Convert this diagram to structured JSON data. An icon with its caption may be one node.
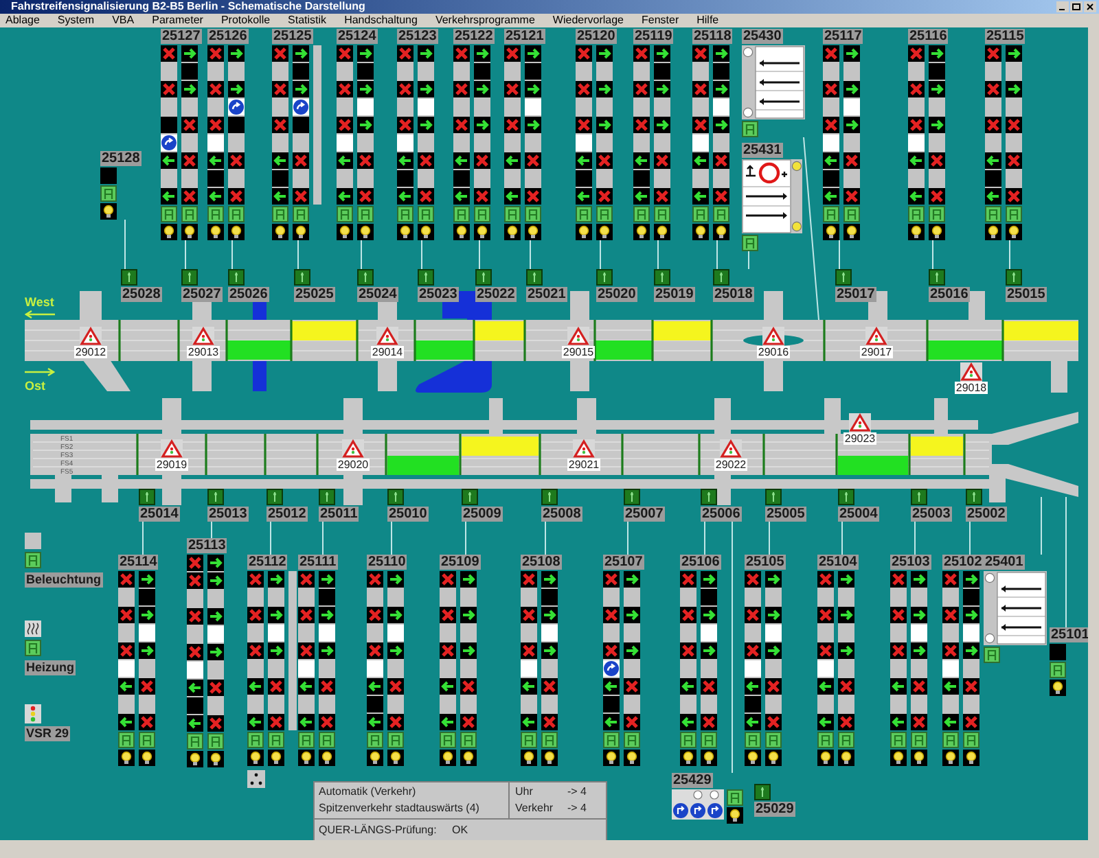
{
  "diagram": {
    "title": "Fahrstreifensignalisierung B2-B5 Berlin - Schematische Darstellung",
    "nodes": [
      {
        "text": [
          "25128"
        ]
      },
      {
        "text": [
          "25127"
        ]
      },
      {
        "text": [
          "25126"
        ]
      },
      {
        "text": [
          "25125"
        ]
      },
      {
        "text": [
          "25124"
        ]
      },
      {
        "text": [
          "25123"
        ]
      },
      {
        "text": [
          "25122"
        ]
      },
      {
        "text": [
          "25121"
        ]
      },
      {
        "text": [
          "25120"
        ]
      },
      {
        "text": [
          "25119"
        ]
      },
      {
        "text": [
          "25118"
        ]
      },
      {
        "text": [
          "25430"
        ]
      },
      {
        "text": [
          "25431"
        ]
      },
      {
        "text": [
          "25117"
        ]
      },
      {
        "text": [
          "25116"
        ]
      },
      {
        "text": [
          "25115"
        ]
      },
      {
        "text": [
          "25028"
        ]
      },
      {
        "text": [
          "25027"
        ]
      },
      {
        "text": [
          "25026"
        ]
      },
      {
        "text": [
          "25025"
        ]
      },
      {
        "text": [
          "25024"
        ]
      },
      {
        "text": [
          "25023"
        ]
      },
      {
        "text": [
          "25022"
        ]
      },
      {
        "text": [
          "25021"
        ]
      },
      {
        "text": [
          "25020"
        ]
      },
      {
        "text": [
          "25019"
        ]
      },
      {
        "text": [
          "25018"
        ]
      },
      {
        "text": [
          "25017"
        ]
      },
      {
        "text": [
          "25016"
        ]
      },
      {
        "text": [
          "25015"
        ]
      },
      {
        "text": [
          "29012"
        ],
        "in": 72
      },
      {
        "text": [
          "29013"
        ],
        "in": 72
      },
      {
        "text": [
          "29014"
        ],
        "in": 72
      },
      {
        "text": [
          "29015"
        ],
        "in": 72
      },
      {
        "text": [
          "29016"
        ],
        "in": 72
      },
      {
        "text": [
          "29017"
        ],
        "in": 72
      },
      {
        "text": [
          "29018"
        ]
      },
      {
        "text": [
          "29019"
        ],
        "in": 73
      },
      {
        "text": [
          "29020"
        ],
        "in": 73
      },
      {
        "text": [
          "29021"
        ],
        "in": 73
      },
      {
        "text": [
          "29022"
        ],
        "in": 73
      },
      {
        "text": [
          "29023"
        ],
        "in": 73
      },
      {
        "text": [
          "25014"
        ]
      },
      {
        "text": [
          "25013"
        ]
      },
      {
        "text": [
          "25012"
        ]
      },
      {
        "text": [
          "25011"
        ]
      },
      {
        "text": [
          "25010"
        ]
      },
      {
        "text": [
          "25009"
        ]
      },
      {
        "text": [
          "25008"
        ]
      },
      {
        "text": [
          "25007"
        ]
      },
      {
        "text": [
          "25006"
        ]
      },
      {
        "text": [
          "25005"
        ]
      },
      {
        "text": [
          "25004"
        ]
      },
      {
        "text": [
          "25003"
        ]
      },
      {
        "text": [
          "25002"
        ]
      },
      {
        "text": [
          "25114"
        ]
      },
      {
        "text": [
          "25113"
        ]
      },
      {
        "text": [
          "25112"
        ]
      },
      {
        "text": [
          "25111"
        ]
      },
      {
        "text": [
          "25110"
        ]
      },
      {
        "text": [
          "25109"
        ]
      },
      {
        "text": [
          "25108"
        ]
      },
      {
        "text": [
          "25107"
        ]
      },
      {
        "text": [
          "25106"
        ]
      },
      {
        "text": [
          "25105"
        ]
      },
      {
        "text": [
          "25104"
        ]
      },
      {
        "text": [
          "25103"
        ]
      },
      {
        "text": [
          "25102"
        ]
      },
      {
        "text": [
          "25401"
        ]
      },
      {
        "text": [
          "25101"
        ]
      },
      {
        "text": [
          "25429"
        ]
      },
      {
        "text": [
          "25029"
        ]
      },
      {
        "text": [],
        "shape": "bar"
      },
      {
        "text": [],
        "shape": "bar"
      }
    ],
    "edges": [
      {
        "from": 0,
        "to": 16,
        "arrow": "none"
      },
      {
        "from": 1,
        "to": 17,
        "arrow": "none"
      },
      {
        "from": 2,
        "to": 18,
        "arrow": "none"
      },
      {
        "from": 3,
        "to": 19,
        "arrow": "none"
      },
      {
        "from": 4,
        "to": 20,
        "arrow": "none"
      },
      {
        "from": 5,
        "to": 21,
        "arrow": "none"
      },
      {
        "from": 6,
        "to": 22,
        "arrow": "none"
      },
      {
        "from": 7,
        "to": 23,
        "arrow": "none"
      },
      {
        "from": 8,
        "to": 24,
        "arrow": "none"
      },
      {
        "from": 9,
        "to": 25,
        "arrow": "none"
      },
      {
        "from": 10,
        "to": 26,
        "arrow": "none"
      },
      {
        "from": 11,
        "to": 72,
        "arrow": "none"
      },
      {
        "from": 12,
        "to": 26,
        "arrow": "none"
      },
      {
        "from": 13,
        "to": 27,
        "arrow": "none"
      },
      {
        "from": 14,
        "to": 28,
        "arrow": "none"
      },
      {
        "from": 15,
        "to": 29,
        "arrow": "none"
      },
      {
        "from": 55,
        "to": 42,
        "arrow": "none"
      },
      {
        "from": 56,
        "to": 43,
        "arrow": "none"
      },
      {
        "from": 57,
        "to": 44,
        "arrow": "none"
      },
      {
        "from": 58,
        "to": 45,
        "arrow": "none"
      },
      {
        "from": 59,
        "to": 46,
        "arrow": "none"
      },
      {
        "from": 60,
        "to": 47,
        "arrow": "none"
      },
      {
        "from": 61,
        "to": 48,
        "arrow": "none"
      },
      {
        "from": 62,
        "to": 49,
        "arrow": "none"
      },
      {
        "from": 63,
        "to": 50,
        "arrow": "none"
      },
      {
        "from": 64,
        "to": 51,
        "arrow": "none"
      },
      {
        "from": 65,
        "to": 52,
        "arrow": "none"
      },
      {
        "from": 66,
        "to": 53,
        "arrow": "none"
      },
      {
        "from": 67,
        "to": 54,
        "arrow": "none"
      },
      {
        "from": 68,
        "to": 73,
        "arrow": "none"
      },
      {
        "from": 69,
        "to": 73,
        "arrow": "none"
      },
      {
        "from": 70,
        "to": 50,
        "arrow": "none"
      }
    ],
    "labels": [
      "Ablage",
      "System",
      "VBA",
      "Parameter",
      "Protokolle",
      "Statistik",
      "Handschaltung",
      "Verkehrsprogramme",
      "Wiedervorlage",
      "Fenster",
      "Hilfe",
      "West",
      "Ost",
      "FS1",
      "FS2",
      "FS3",
      "FS4",
      "FS5",
      "Automatik (Verkehr)",
      "Spitzenverkehr stadtauswärts (4)",
      "Uhr",
      "-> 4",
      "Verkehr",
      "-> 4",
      "QUER-LÄNGS-Prüfung:",
      "OK"
    ],
    "legend": [
      {
        "text": "Beleuchtung"
      },
      {
        "text": "Heizung"
      },
      {
        "text": "VSR 29"
      }
    ]
  }
}
